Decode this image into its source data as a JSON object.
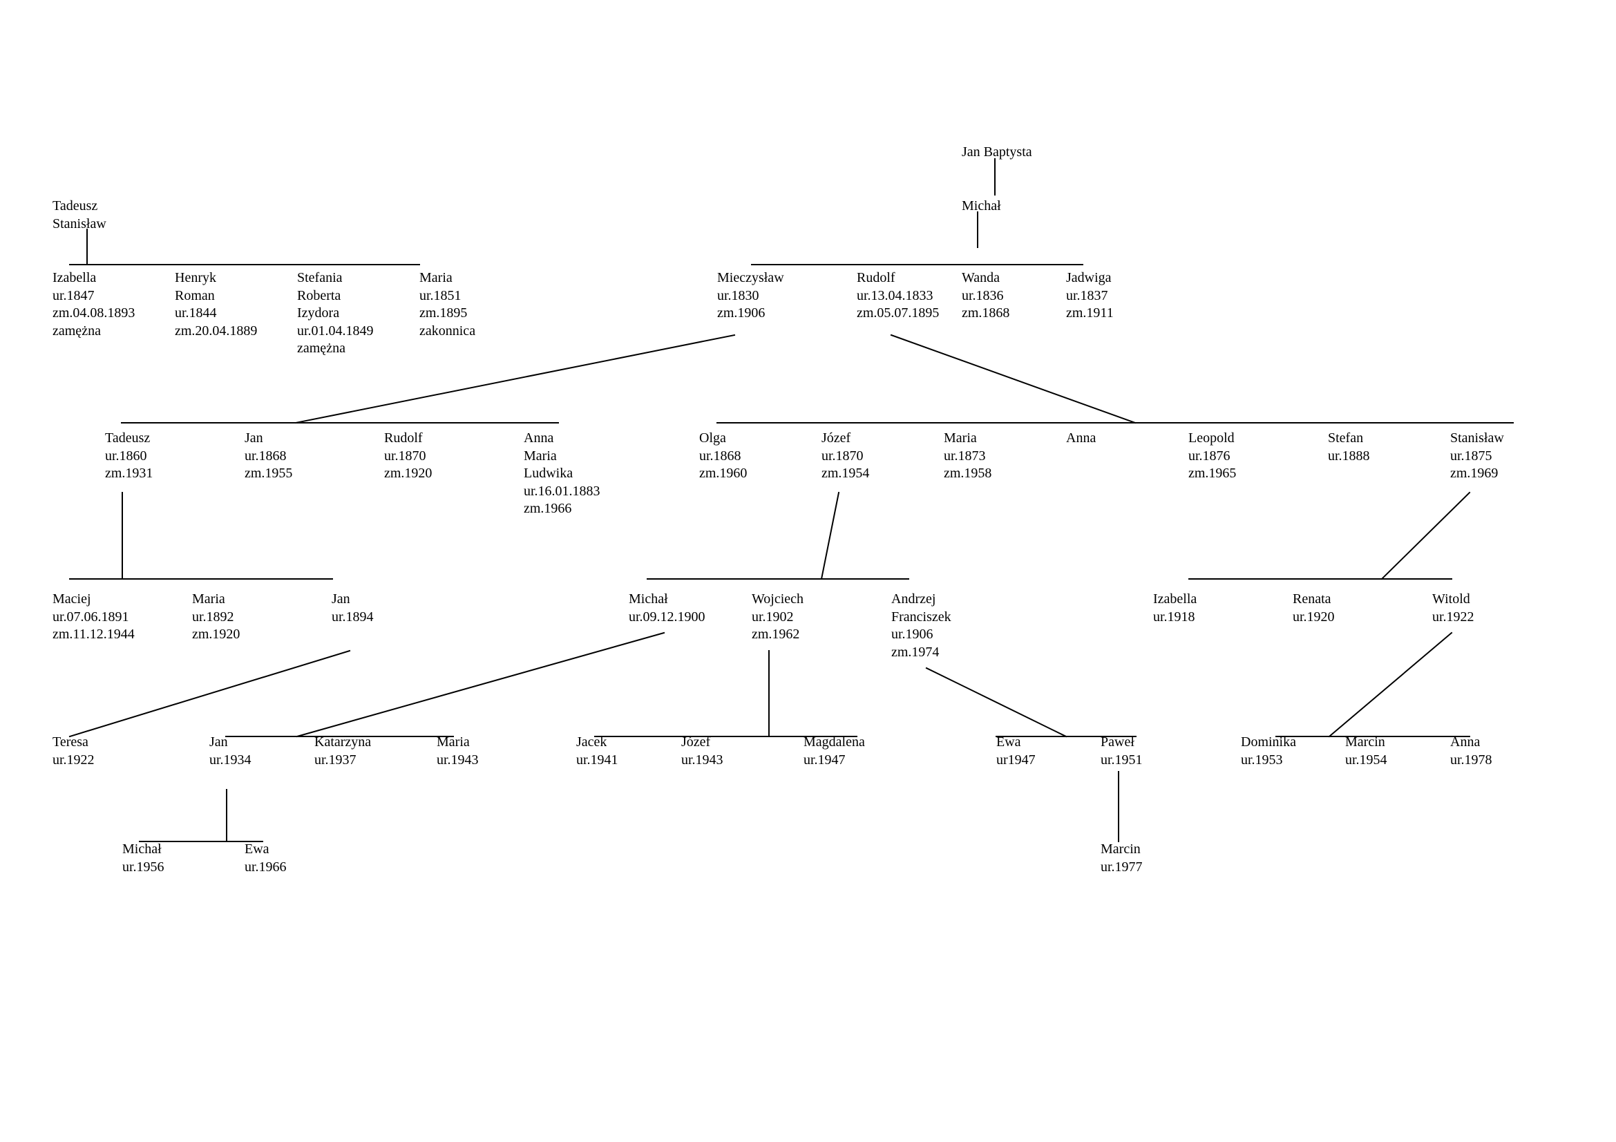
{
  "colors": {
    "ink": "#000000",
    "background": "#ffffff"
  },
  "people": [
    {
      "id": "jan-baptysta",
      "lines": [
        "Jan Baptysta"
      ]
    },
    {
      "id": "michal-root",
      "lines": [
        "Michał"
      ]
    },
    {
      "id": "tadeusz-stanislaw",
      "lines": [
        "Tadeusz",
        "Stanisław"
      ]
    },
    {
      "id": "izabella-1847",
      "lines": [
        "Izabella",
        "ur.1847",
        "zm.04.08.1893",
        "zamężna"
      ]
    },
    {
      "id": "henryk",
      "lines": [
        "Henryk",
        "Roman",
        "ur.1844",
        "zm.20.04.1889"
      ]
    },
    {
      "id": "stefania",
      "lines": [
        "Stefania",
        "Roberta",
        "Izydora",
        "ur.01.04.1849",
        "zamężna"
      ]
    },
    {
      "id": "maria-1851",
      "lines": [
        "Maria",
        "ur.1851",
        "zm.1895",
        "zakonnica"
      ]
    },
    {
      "id": "mieczyslaw",
      "lines": [
        "Mieczysław",
        "ur.1830",
        "zm.1906"
      ]
    },
    {
      "id": "rudolf-1833",
      "lines": [
        "Rudolf",
        "ur.13.04.1833",
        "zm.05.07.1895"
      ]
    },
    {
      "id": "wanda",
      "lines": [
        "Wanda",
        "ur.1836",
        "zm.1868"
      ]
    },
    {
      "id": "jadwiga",
      "lines": [
        "Jadwiga",
        "ur.1837",
        "zm.1911"
      ]
    },
    {
      "id": "tadeusz-1860",
      "lines": [
        "Tadeusz",
        "ur.1860",
        "zm.1931"
      ]
    },
    {
      "id": "jan-1868",
      "lines": [
        "Jan",
        "ur.1868",
        "zm.1955"
      ]
    },
    {
      "id": "rudolf-1870",
      "lines": [
        "Rudolf",
        "ur.1870",
        "zm.1920"
      ]
    },
    {
      "id": "anna-maria-ludwika",
      "lines": [
        "Anna",
        "Maria",
        "Ludwika",
        "ur.16.01.1883",
        "zm.1966"
      ]
    },
    {
      "id": "olga",
      "lines": [
        "Olga",
        "ur.1868",
        "zm.1960"
      ]
    },
    {
      "id": "jozef-1870",
      "lines": [
        "Józef",
        "ur.1870",
        "zm.1954"
      ]
    },
    {
      "id": "maria-1873",
      "lines": [
        "Maria",
        "ur.1873",
        "zm.1958"
      ]
    },
    {
      "id": "anna-gen3",
      "lines": [
        "Anna"
      ]
    },
    {
      "id": "leopold",
      "lines": [
        "Leopold",
        "ur.1876",
        "zm.1965"
      ]
    },
    {
      "id": "stefan",
      "lines": [
        "Stefan",
        "ur.1888"
      ]
    },
    {
      "id": "stanislaw-1875",
      "lines": [
        "Stanisław",
        "ur.1875",
        "zm.1969"
      ]
    },
    {
      "id": "maciej",
      "lines": [
        "Maciej",
        "ur.07.06.1891",
        "zm.11.12.1944"
      ]
    },
    {
      "id": "maria-1892",
      "lines": [
        "Maria",
        "ur.1892",
        "zm.1920"
      ]
    },
    {
      "id": "jan-1894",
      "lines": [
        "Jan",
        "ur.1894"
      ]
    },
    {
      "id": "michal-1900",
      "lines": [
        "Michał",
        "ur.09.12.1900"
      ]
    },
    {
      "id": "wojciech",
      "lines": [
        "Wojciech",
        "ur.1902",
        "zm.1962"
      ]
    },
    {
      "id": "andrzej",
      "lines": [
        "Andrzej",
        "Franciszek",
        "ur.1906",
        "zm.1974"
      ]
    },
    {
      "id": "izabella-1918",
      "lines": [
        "Izabella",
        "ur.1918"
      ]
    },
    {
      "id": "renata",
      "lines": [
        "Renata",
        "ur.1920"
      ]
    },
    {
      "id": "witold",
      "lines": [
        "Witold",
        "ur.1922"
      ]
    },
    {
      "id": "teresa",
      "lines": [
        "Teresa",
        "ur.1922"
      ]
    },
    {
      "id": "jan-1934",
      "lines": [
        "Jan",
        "ur.1934"
      ]
    },
    {
      "id": "katarzyna",
      "lines": [
        "Katarzyna",
        "ur.1937"
      ]
    },
    {
      "id": "maria-1943",
      "lines": [
        "Maria",
        "ur.1943"
      ]
    },
    {
      "id": "jacek",
      "lines": [
        "Jacek",
        "ur.1941"
      ]
    },
    {
      "id": "jozef-1943",
      "lines": [
        "Józef",
        "ur.1943"
      ]
    },
    {
      "id": "magdalena",
      "lines": [
        "Magdalena",
        "ur.1947"
      ]
    },
    {
      "id": "ewa-1947",
      "lines": [
        "Ewa",
        "ur1947"
      ]
    },
    {
      "id": "pawel",
      "lines": [
        "Paweł",
        "ur.1951"
      ]
    },
    {
      "id": "dominika",
      "lines": [
        "Dominika",
        "ur.1953"
      ]
    },
    {
      "id": "marcin-1954",
      "lines": [
        "Marcin",
        "ur.1954"
      ]
    },
    {
      "id": "anna-1978",
      "lines": [
        "Anna",
        "ur.1978"
      ]
    },
    {
      "id": "michal-1956",
      "lines": [
        "Michał",
        "ur.1956"
      ]
    },
    {
      "id": "ewa-1966",
      "lines": [
        "Ewa",
        "ur.1966"
      ]
    },
    {
      "id": "marcin-1977",
      "lines": [
        "Marcin",
        "ur.1977"
      ]
    }
  ]
}
